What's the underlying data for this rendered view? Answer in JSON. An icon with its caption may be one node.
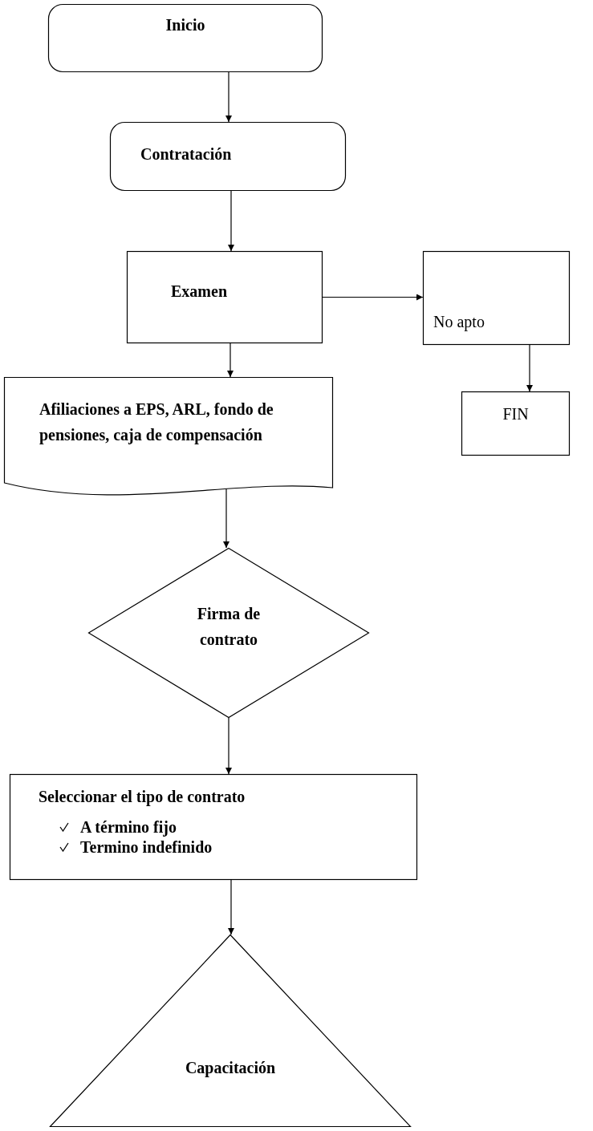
{
  "diagram": {
    "nodes": [
      {
        "text": [
          "Inicio"
        ]
      },
      {
        "text": [
          "Contratación"
        ]
      },
      {
        "text": [
          "Examen"
        ]
      },
      {
        "text": [
          "No apto"
        ]
      },
      {
        "text": [
          "FIN"
        ]
      },
      {
        "text": [
          "Afiliaciones a EPS, ARL, fondo de pensiones, caja de compensación"
        ]
      },
      {
        "text": [
          "Firma de contrato"
        ]
      },
      {
        "text": [
          "Seleccionar el tipo de contrato",
          "A término fijo",
          "Termino indefinido"
        ]
      },
      {
        "text": [
          "Capacitación"
        ]
      }
    ],
    "edges": [
      {
        "from": 0,
        "to": 1,
        "arrow": "to"
      },
      {
        "from": 1,
        "to": 2,
        "arrow": "to"
      },
      {
        "from": 2,
        "to": 3,
        "arrow": "to"
      },
      {
        "from": 3,
        "to": 4,
        "arrow": "to"
      },
      {
        "from": 2,
        "to": 5,
        "arrow": "to"
      },
      {
        "from": 5,
        "to": 6,
        "arrow": "to"
      },
      {
        "from": 6,
        "to": 7,
        "arrow": "to"
      },
      {
        "from": 7,
        "to": 8,
        "arrow": "to"
      }
    ]
  }
}
